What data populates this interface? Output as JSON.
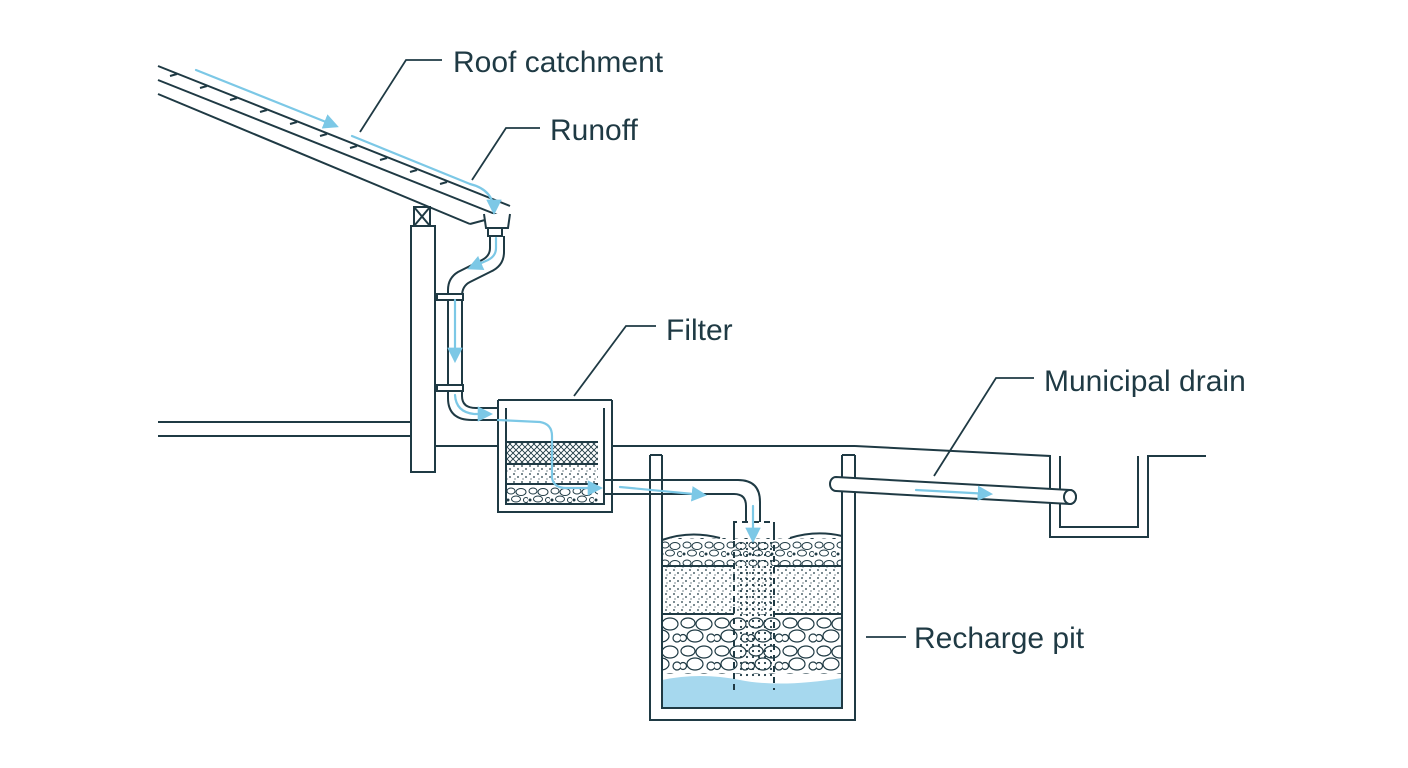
{
  "labels": {
    "roof_catchment": "Roof catchment",
    "runoff": "Runoff",
    "filter": "Filter",
    "municipal_drain": "Municipal drain",
    "recharge_pit": "Recharge pit"
  },
  "colors": {
    "line": "#1f3a44",
    "flow": "#7cc8e6",
    "water": "#a6d8ee",
    "background": "#ffffff"
  }
}
